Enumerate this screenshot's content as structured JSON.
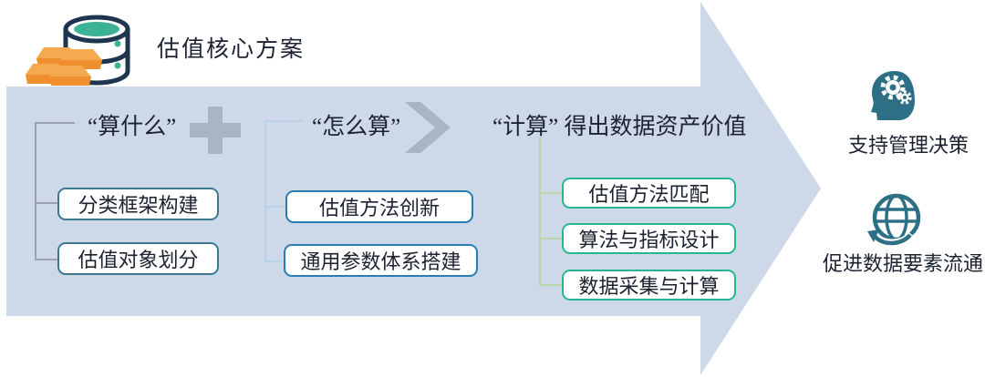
{
  "title": "估值核心方案",
  "sections": [
    {
      "heading": "“算什么”",
      "boxes": [
        "分类框架构建",
        "估值对象划分"
      ]
    },
    {
      "heading": "“怎么算”",
      "boxes": [
        "估值方法创新",
        "通用参数体系搭建"
      ]
    },
    {
      "heading": "“计算” 得出数据资产价值",
      "boxes": [
        "估值方法匹配",
        "算法与指标设计",
        "数据采集与计算"
      ]
    }
  ],
  "outcomes": [
    {
      "icon": "head-gears-icon",
      "label": "支持管理决策"
    },
    {
      "icon": "globe-sync-icon",
      "label": "促进数据要素流通"
    }
  ],
  "colors": {
    "arrow_fill": "#cdd9e9",
    "operator_gray": "#a9b4c5",
    "box_border_teal": "#3b7a8c",
    "box_border_blue": "#2b7cb3",
    "box_border_green": "#27b694",
    "bracket_gray": "#9aa3ae",
    "bracket_blue": "#b7d2e9",
    "bracket_green": "#b8d8aa",
    "icon_teal": "#2d7086",
    "gold": "#f29b38",
    "database_outline": "#1e3550",
    "database_top": "#3cb394"
  }
}
